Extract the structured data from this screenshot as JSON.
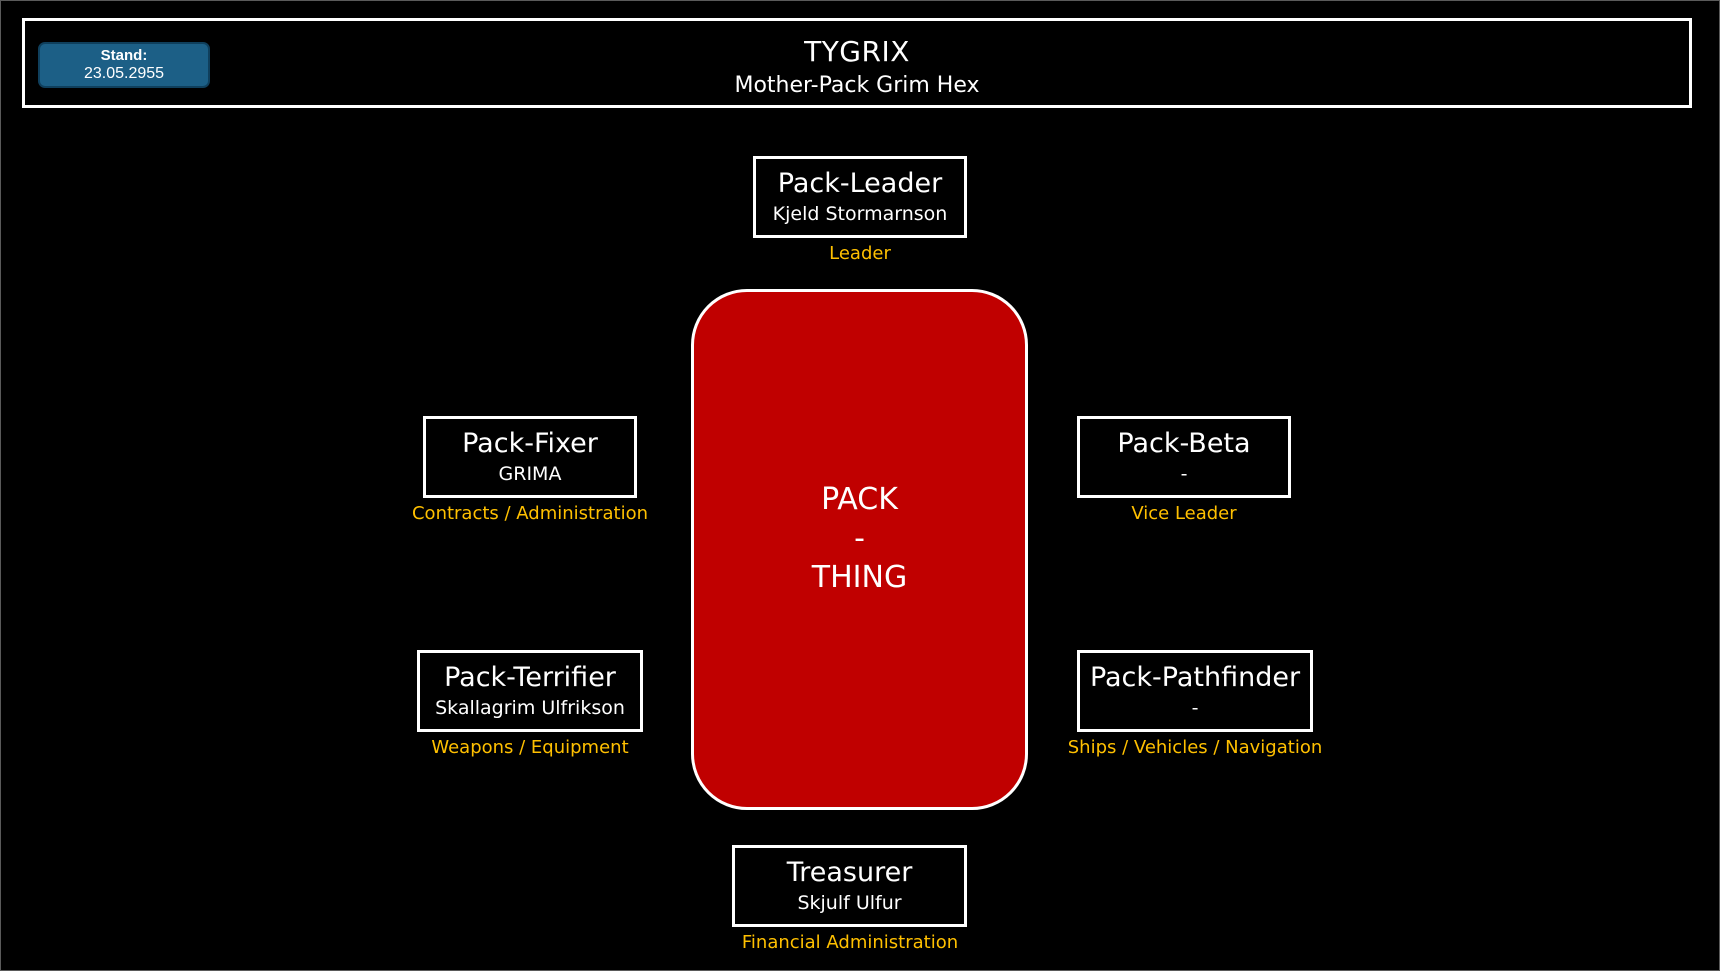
{
  "header": {
    "title": "TYGRIX",
    "subtitle": "Mother-Pack Grim Hex",
    "stand_label": "Stand:",
    "stand_date": "23.05.2955"
  },
  "center": {
    "line1": "PACK",
    "line2": "-",
    "line3": "THING",
    "fill_color": "#c00000"
  },
  "roles": {
    "leader": {
      "title": "Pack-Leader",
      "person": "Kjeld Stormarnson",
      "caption": "Leader"
    },
    "fixer": {
      "title": "Pack-Fixer",
      "person": "GRIMA",
      "caption": "Contracts / Administration"
    },
    "beta": {
      "title": "Pack-Beta",
      "person": "-",
      "caption": "Vice Leader"
    },
    "terrifier": {
      "title": "Pack-Terrifier",
      "person": "Skallagrim Ulfrikson",
      "caption": "Weapons / Equipment"
    },
    "pathfinder": {
      "title": "Pack-Pathfinder",
      "person": "-",
      "caption": "Ships / Vehicles / Navigation"
    },
    "treasurer": {
      "title": "Treasurer",
      "person": "Skjulf Ulfur",
      "caption": "Financial Administration"
    }
  },
  "colors": {
    "background": "#000000",
    "caption": "#ffc000",
    "badge": "#1c5f86"
  }
}
